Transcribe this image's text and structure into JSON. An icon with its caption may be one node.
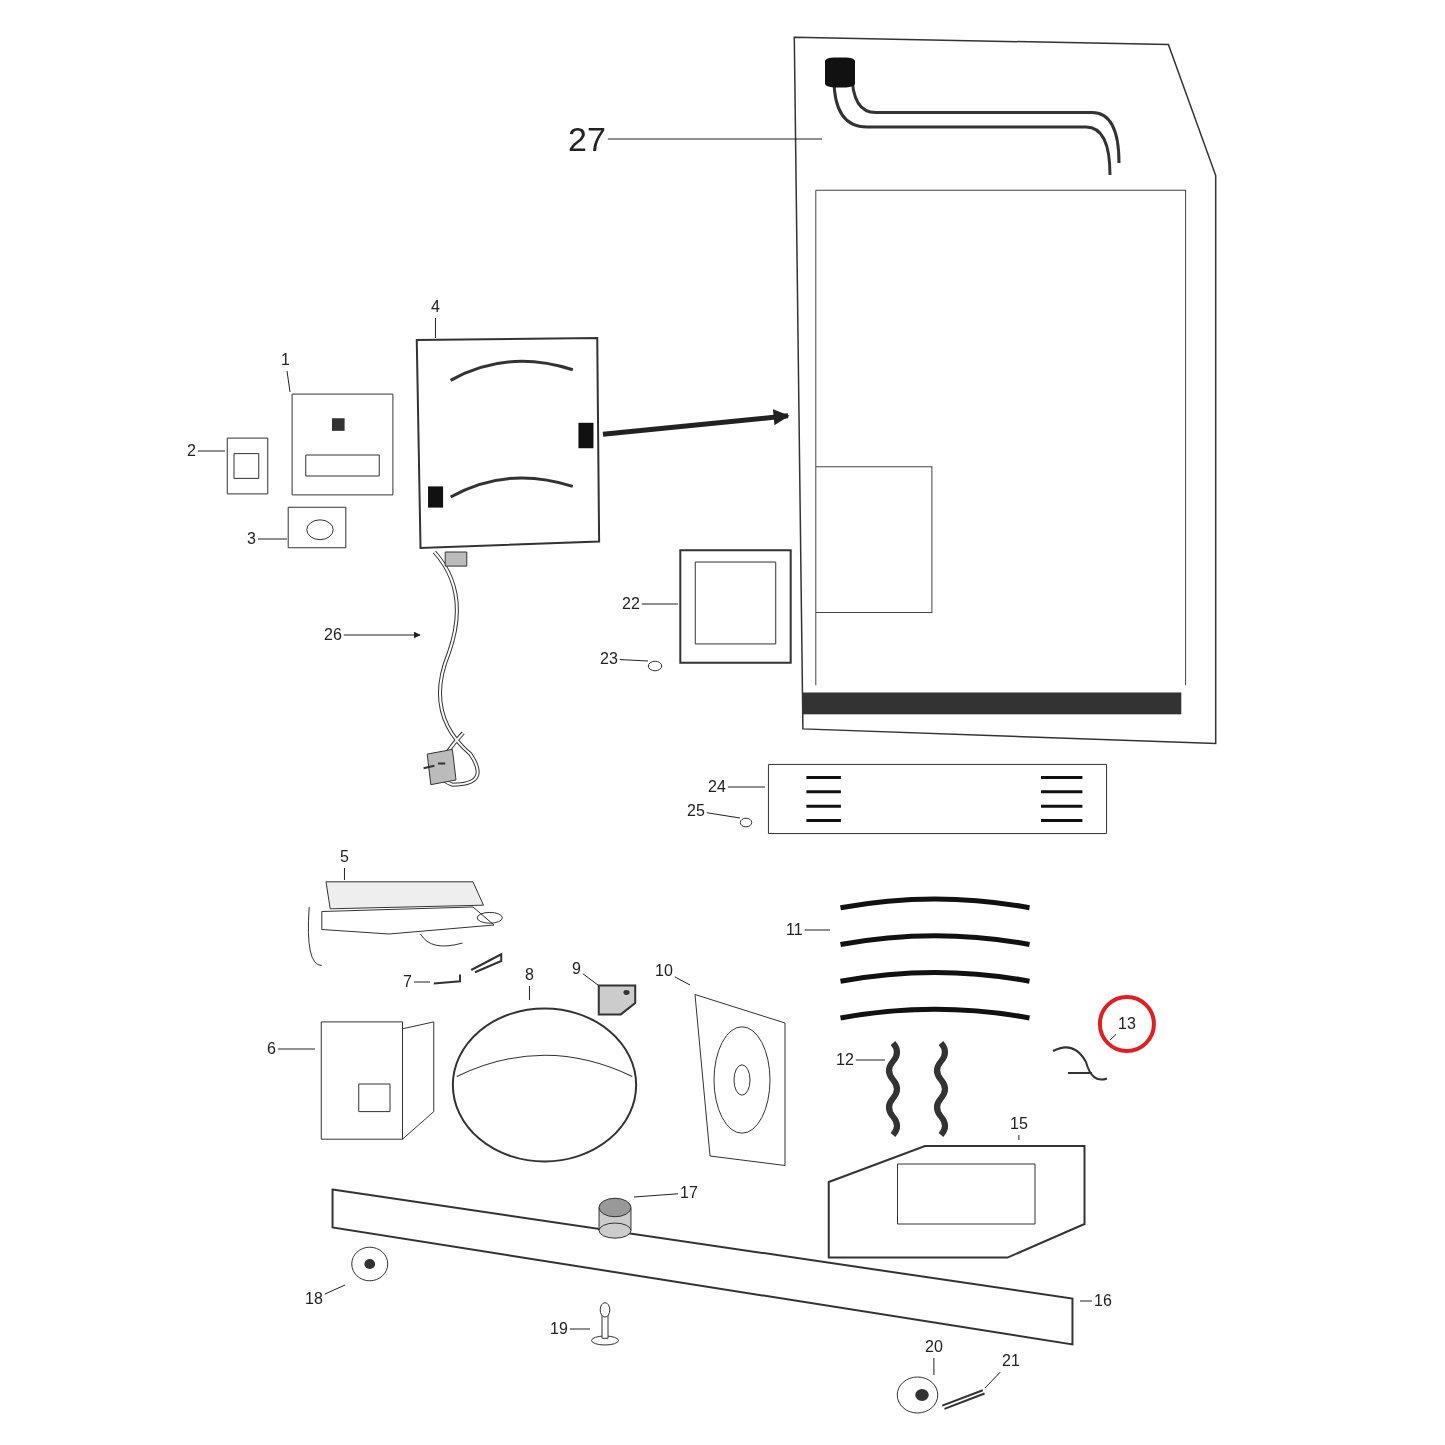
{
  "diagram": {
    "nodes": [
      {
        "text": [
          "1"
        ]
      },
      {
        "text": [],
        "shape": "picture"
      },
      {
        "text": [
          "2"
        ]
      },
      {
        "text": [],
        "shape": "picture"
      },
      {
        "text": [
          "3"
        ]
      },
      {
        "text": [],
        "shape": "picture"
      },
      {
        "text": [
          "4"
        ]
      },
      {
        "text": [],
        "shape": "picture"
      },
      {
        "text": [
          "5"
        ]
      },
      {
        "text": [],
        "shape": "picture"
      },
      {
        "text": [
          "6"
        ]
      },
      {
        "text": [],
        "shape": "picture"
      },
      {
        "text": [
          "7"
        ]
      },
      {
        "text": [],
        "shape": "picture"
      },
      {
        "text": [
          "8"
        ]
      },
      {
        "text": [],
        "shape": "picture"
      },
      {
        "text": [
          "9"
        ]
      },
      {
        "text": [],
        "shape": "picture"
      },
      {
        "text": [
          "10"
        ]
      },
      {
        "text": [],
        "shape": "picture"
      },
      {
        "text": [
          "11"
        ]
      },
      {
        "text": [],
        "shape": "picture"
      },
      {
        "text": [
          "12"
        ]
      },
      {
        "text": [],
        "shape": "picture"
      },
      {
        "text": [
          "13"
        ]
      },
      {
        "text": [],
        "shape": "picture"
      },
      {
        "text": [
          "15"
        ]
      },
      {
        "text": [],
        "shape": "picture"
      },
      {
        "text": [
          "16"
        ]
      },
      {
        "text": [],
        "shape": "picture"
      },
      {
        "text": [
          "17"
        ]
      },
      {
        "text": [],
        "shape": "cylinder"
      },
      {
        "text": [
          "18"
        ]
      },
      {
        "text": [],
        "shape": "picture"
      },
      {
        "text": [
          "19"
        ]
      },
      {
        "text": [],
        "shape": "picture"
      },
      {
        "text": [
          "20"
        ]
      },
      {
        "text": [],
        "shape": "picture"
      },
      {
        "text": [
          "21"
        ]
      },
      {
        "text": [],
        "shape": "picture"
      },
      {
        "text": [
          "22"
        ]
      },
      {
        "text": [],
        "shape": "picture"
      },
      {
        "text": [
          "23"
        ]
      },
      {
        "text": [],
        "shape": "circle"
      },
      {
        "text": [
          "24"
        ]
      },
      {
        "text": [],
        "shape": "picture"
      },
      {
        "text": [
          "25"
        ]
      },
      {
        "text": [],
        "shape": "circle"
      },
      {
        "text": [
          "26"
        ]
      },
      {
        "text": [],
        "shape": "picture"
      },
      {
        "text": [
          "27"
        ]
      },
      {
        "text": [],
        "shape": "picture",
        "in": 52
      },
      {
        "text": [],
        "shape": "picture"
      }
    ],
    "edges": [
      {
        "from": 0,
        "to": 1,
        "arrow": "none"
      },
      {
        "from": 2,
        "to": 3,
        "arrow": "none"
      },
      {
        "from": 4,
        "to": 5,
        "arrow": "none"
      },
      {
        "from": 6,
        "to": 7,
        "arrow": "none"
      },
      {
        "from": 8,
        "to": 9,
        "arrow": "none"
      },
      {
        "from": 10,
        "to": 11,
        "arrow": "none"
      },
      {
        "from": 12,
        "to": 13,
        "arrow": "none"
      },
      {
        "from": 14,
        "to": 15,
        "arrow": "none"
      },
      {
        "from": 16,
        "to": 17,
        "arrow": "none"
      },
      {
        "from": 18,
        "to": 19,
        "arrow": "none"
      },
      {
        "from": 20,
        "to": 21,
        "arrow": "none"
      },
      {
        "from": 22,
        "to": 23,
        "arrow": "none"
      },
      {
        "from": 24,
        "to": 25,
        "arrow": "none"
      },
      {
        "from": 26,
        "to": 27,
        "arrow": "none"
      },
      {
        "from": 28,
        "to": 29,
        "arrow": "none"
      },
      {
        "from": 30,
        "to": 31,
        "arrow": "none"
      },
      {
        "from": 32,
        "to": 33,
        "arrow": "none"
      },
      {
        "from": 34,
        "to": 35,
        "arrow": "none"
      },
      {
        "from": 36,
        "to": 37,
        "arrow": "none"
      },
      {
        "from": 38,
        "to": 39,
        "arrow": "none"
      },
      {
        "from": 40,
        "to": 41,
        "arrow": "none"
      },
      {
        "from": 42,
        "to": 43,
        "arrow": "none"
      },
      {
        "from": 44,
        "to": 45,
        "arrow": "none"
      },
      {
        "from": 46,
        "to": 47,
        "arrow": "none"
      },
      {
        "from": 48,
        "to": 49,
        "arrow": "to"
      },
      {
        "from": 50,
        "to": 51,
        "arrow": "none"
      },
      {
        "from": 7,
        "to": 52,
        "arrow": "to",
        "style": "thick"
      }
    ]
  }
}
